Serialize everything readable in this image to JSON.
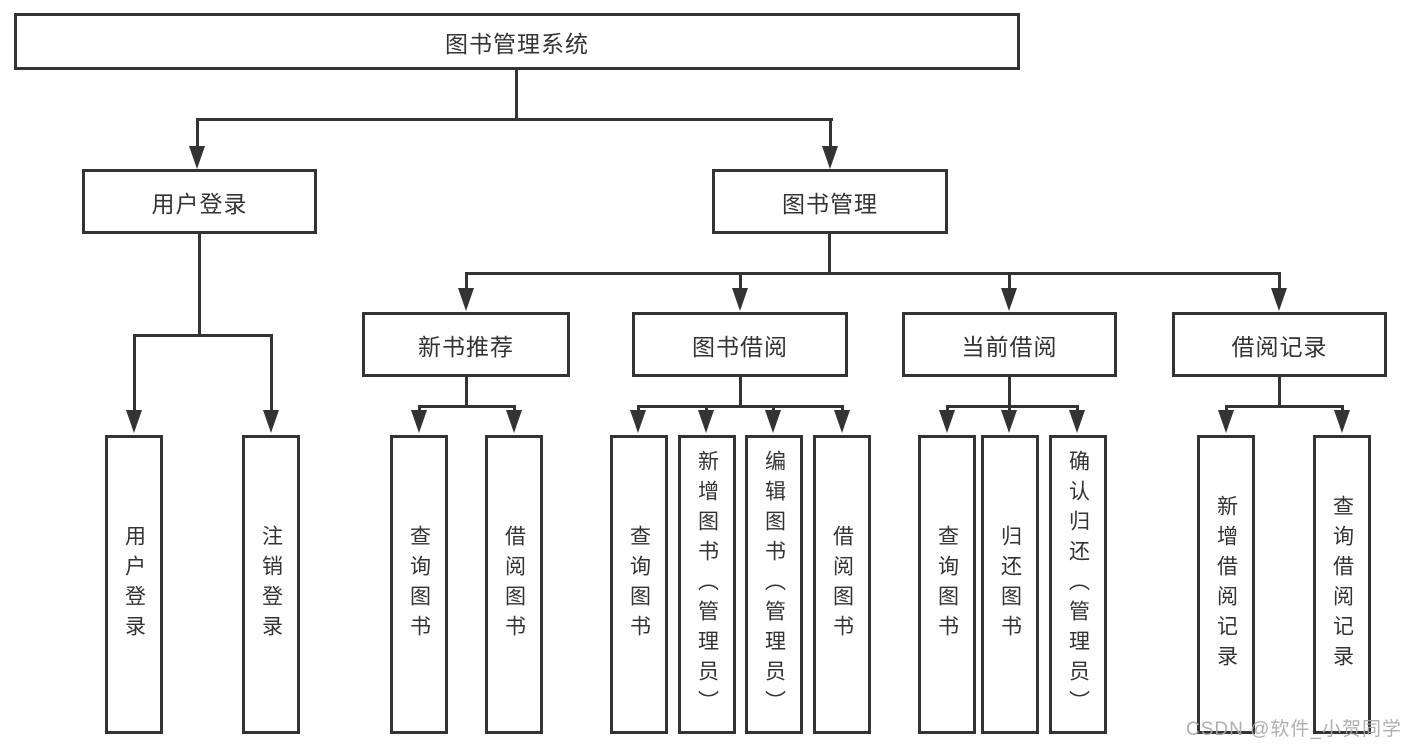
{
  "diagram": {
    "root": {
      "label": "图书管理系统"
    },
    "level2": [
      {
        "label": "用户登录"
      },
      {
        "label": "图书管理"
      }
    ],
    "level3": [
      {
        "label": "新书推荐",
        "parent": "图书管理"
      },
      {
        "label": "图书借阅",
        "parent": "图书管理"
      },
      {
        "label": "当前借阅",
        "parent": "图书管理"
      },
      {
        "label": "借阅记录",
        "parent": "图书管理"
      }
    ],
    "leaves": [
      {
        "label": "用户登录",
        "parent": "用户登录"
      },
      {
        "label": "注销登录",
        "parent": "用户登录"
      },
      {
        "label": "查询图书",
        "parent": "新书推荐"
      },
      {
        "label": "借阅图书",
        "parent": "新书推荐"
      },
      {
        "label": "查询图书",
        "parent": "图书借阅"
      },
      {
        "label": "新增图书（管理员）",
        "parent": "图书借阅"
      },
      {
        "label": "编辑图书（管理员）",
        "parent": "图书借阅"
      },
      {
        "label": "借阅图书",
        "parent": "图书借阅"
      },
      {
        "label": "查询图书",
        "parent": "当前借阅"
      },
      {
        "label": "归还图书",
        "parent": "当前借阅"
      },
      {
        "label": "确认归还（管理员）",
        "parent": "当前借阅"
      },
      {
        "label": "新增借阅记录",
        "parent": "借阅记录"
      },
      {
        "label": "查询借阅记录",
        "parent": "借阅记录"
      }
    ]
  },
  "watermark": {
    "text": "CSDN @软件_小贺同学"
  },
  "colors": {
    "line": "#333333",
    "text": "#333333",
    "box_background": "#ffffff",
    "watermark": "#a9a9a9"
  }
}
